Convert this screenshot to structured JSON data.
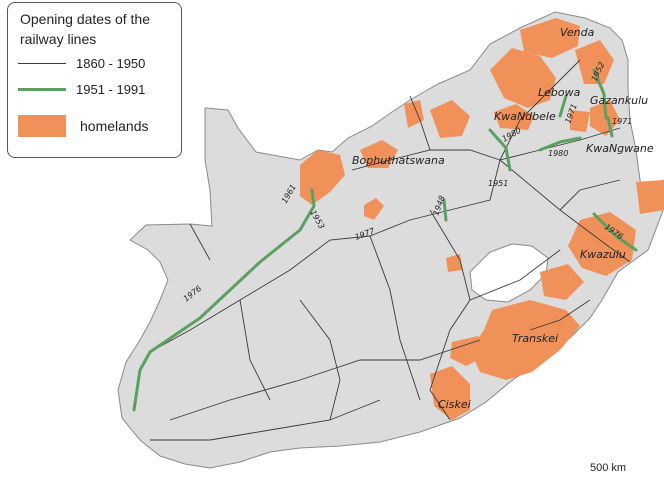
{
  "legend": {
    "title": "Opening dates of the railway lines",
    "items": [
      {
        "label": "1860 - 1950",
        "kind": "thin-line",
        "color": "#3a3a3a"
      },
      {
        "label": "1951 - 1991",
        "kind": "thick-line",
        "color": "#5aa061"
      },
      {
        "label": "homelands",
        "kind": "fill",
        "color": "#f0915a"
      }
    ]
  },
  "homeland_labels": [
    "Venda",
    "Gazankulu",
    "Lebowa",
    "KwaNdbele",
    "KwaNgwane",
    "Bophuthatswana",
    "Kwazulu",
    "Transkei",
    "Ciskei"
  ],
  "year_labels": [
    "1952",
    "1971",
    "1971",
    "1980",
    "1980",
    "1951",
    "1948",
    "1961",
    "1953",
    "1977",
    "1976",
    "1976"
  ],
  "scale": "500 km",
  "colors": {
    "land": "#dcdcdc",
    "homeland": "#f0915a",
    "new_rail": "#5aa061",
    "old_rail": "#3a3a3a"
  }
}
